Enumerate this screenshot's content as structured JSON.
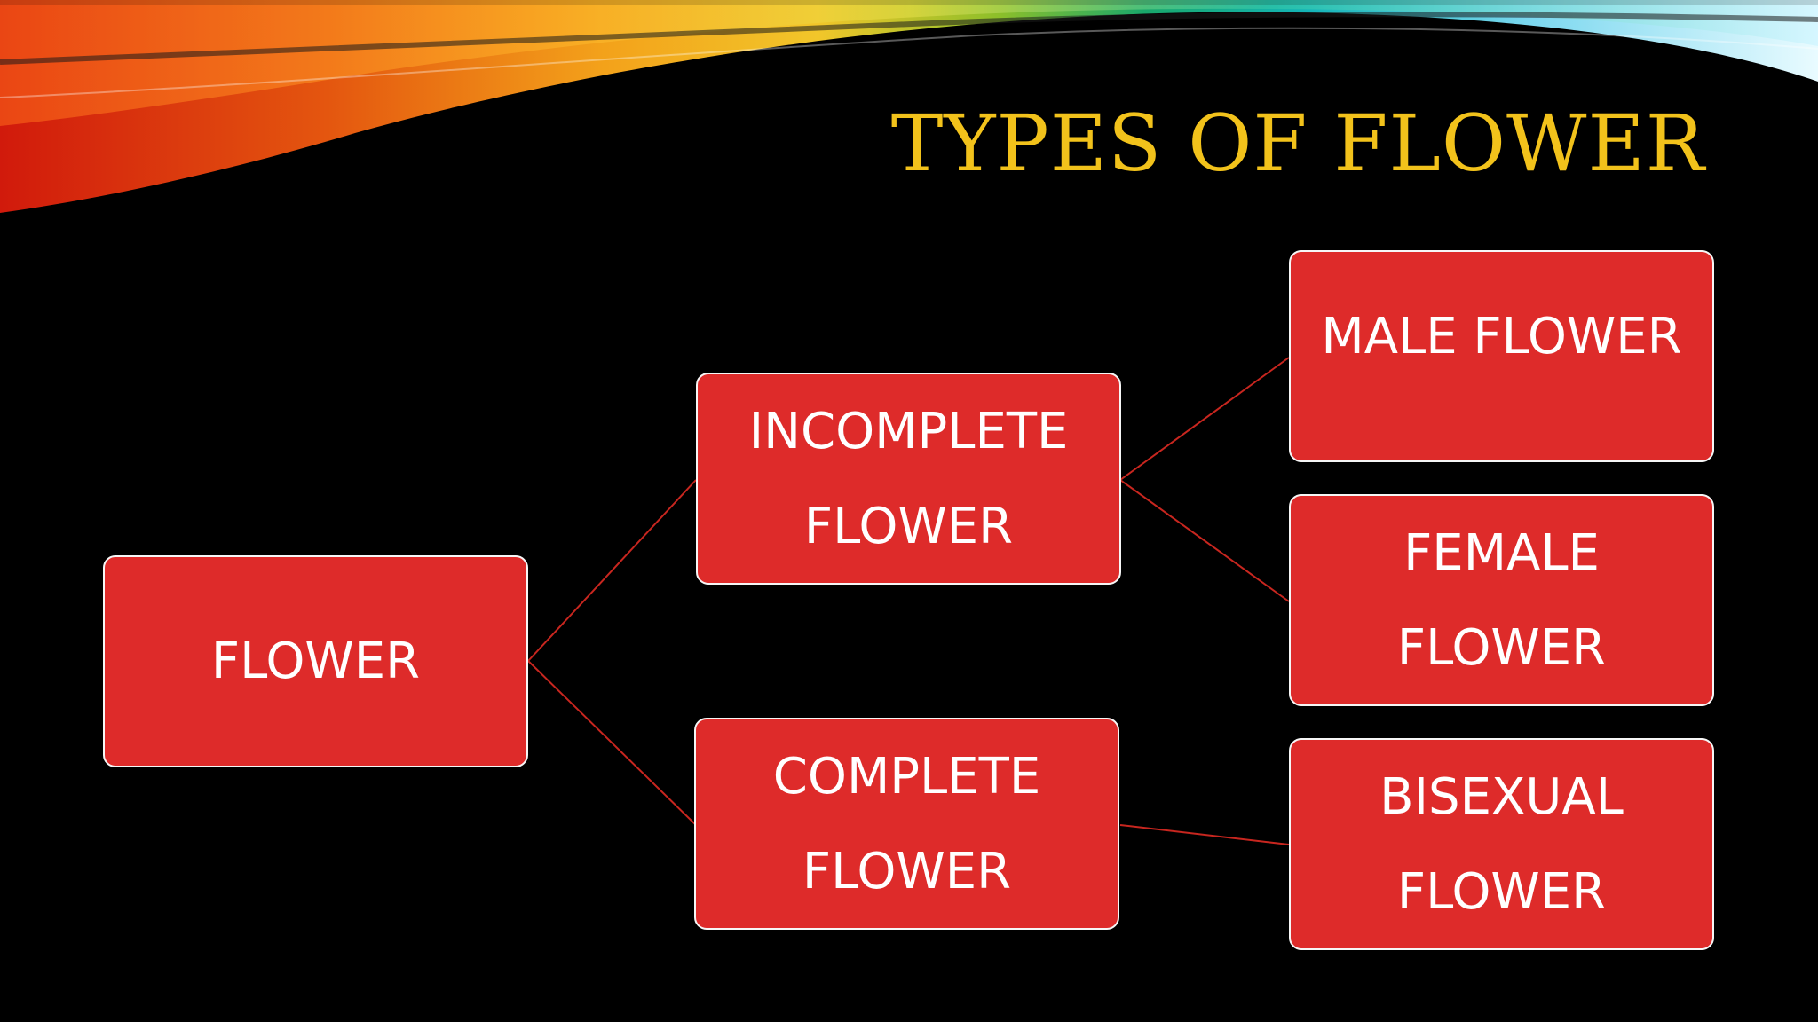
{
  "title": "TYPES OF FLOWER",
  "colors": {
    "background": "#000000",
    "title": "#f2c21b",
    "node_fill": "#de2b2a",
    "node_border": "#f6f6f6",
    "node_text": "#ffffff",
    "connector": "#c8261f"
  },
  "nodes": {
    "flower": {
      "lines": [
        "FLOWER"
      ]
    },
    "incomplete": {
      "lines": [
        "INCOMPLETE",
        "FLOWER"
      ]
    },
    "complete": {
      "lines": [
        "COMPLETE",
        "FLOWER"
      ]
    },
    "male": {
      "lines": [
        "MALE FLOWER"
      ]
    },
    "female": {
      "lines": [
        "FEMALE",
        "FLOWER"
      ]
    },
    "bisexual": {
      "lines": [
        "BISEXUAL",
        "FLOWER"
      ]
    }
  },
  "edges": [
    {
      "from": "flower",
      "to": "incomplete"
    },
    {
      "from": "flower",
      "to": "complete"
    },
    {
      "from": "incomplete",
      "to": "male"
    },
    {
      "from": "incomplete",
      "to": "female"
    },
    {
      "from": "complete",
      "to": "bisexual"
    }
  ]
}
